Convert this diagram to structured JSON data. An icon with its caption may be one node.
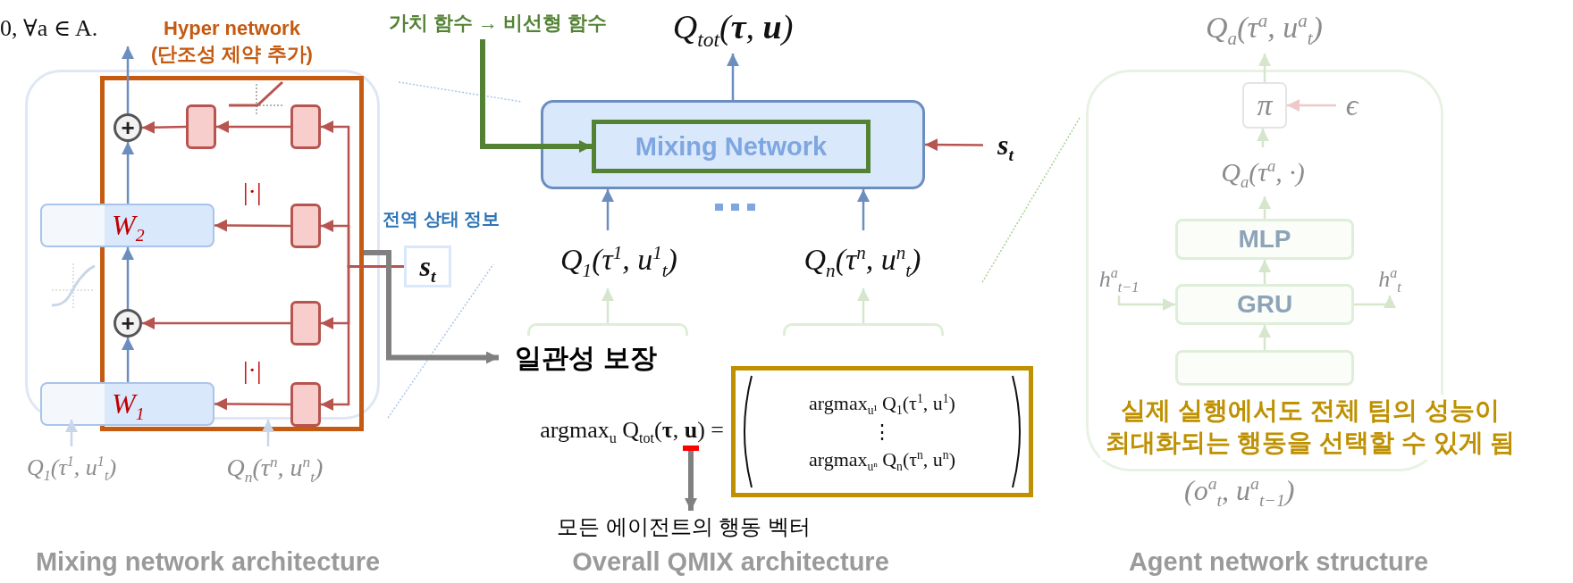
{
  "diagram": {
    "nodes": [
      {
        "text": [],
        "shape": "box"
      },
      {
        "text": [
          "Hyper network (단조성 제약 추가)"
        ],
        "in": 0
      },
      {
        "text": [
          "+"
        ],
        "in": 1
      },
      {
        "text": [],
        "shape": "box",
        "in": 1
      },
      {
        "text": [],
        "shape": "box",
        "in": 1
      },
      {
        "text": [],
        "shape": "box",
        "in": 1
      },
      {
        "text": [
          "+"
        ],
        "in": 1
      },
      {
        "text": [],
        "shape": "box",
        "in": 1
      },
      {
        "text": [],
        "shape": "box",
        "in": 1
      },
      {
        "text": [
          "W$_{2}$"
        ],
        "in": 0
      },
      {
        "text": [
          "W$_{1}$"
        ],
        "in": 0
      },
      {
        "text": [
          "s$_{t}$"
        ],
        "beside": [
          "전역 상태 정보"
        ]
      },
      {
        "text": [
          "Q$_{1}$(τ$^{1}$, u$^{1}$$_{t}$)"
        ]
      },
      {
        "text": [
          "Q$_{n}$(τ$^{n}$, u$^{n}$$_{t}$)"
        ]
      },
      {
        "text": [
          "가치 함수 → 비선형 함수"
        ]
      },
      {
        "text": [
          "Q$_{tot}$(**τ**, **u**)"
        ]
      },
      {
        "text": [],
        "shape": "box"
      },
      {
        "text": [
          "Mixing Network"
        ],
        "in": 16
      },
      {
        "text": [
          "s$_{t}$"
        ]
      },
      {
        "text": [
          "Q$_{1}$(τ$^{1}$, u$^{1}$$_{t}$)"
        ]
      },
      {
        "text": [
          "Q$_{n}$(τ$^{n}$, u$^{n}$$_{t}$)"
        ]
      },
      {
        "text": [],
        "shape": "box"
      },
      {
        "text": [],
        "shape": "box"
      },
      {
        "text": [
          "일관성 보장"
        ]
      },
      {
        "text": [],
        "shape": "bar"
      },
      {
        "text": [
          "argmax$_{u¹}$ Q$_{1}$(τ$^{1}$, u$^{1}$)",
          "⋮",
          "argmax$_{uⁿ}$ Q$_{n}$(τ$^{n}$, u$^{n}$)"
        ]
      },
      {
        "text": [
          "모든 에이전트의 행동 벡터"
        ]
      },
      {
        "text": [
          "Q$_{a}$(τ$^{a}$, u$^{a}$$_{t}$)"
        ]
      },
      {
        "text": [],
        "shape": "box"
      },
      {
        "text": [
          "π"
        ],
        "in": 28
      },
      {
        "text": [
          "ϵ"
        ],
        "in": 28
      },
      {
        "text": [
          "Q$_{a}$(τ$^{a}$, ·)"
        ],
        "in": 28
      },
      {
        "text": [
          "MLP"
        ],
        "in": 28
      },
      {
        "text": [
          "h$^{a}$$_{t−1}$"
        ],
        "in": 28
      },
      {
        "text": [
          "GRU"
        ],
        "in": 28
      },
      {
        "text": [
          "h$^{a}$$_{t}$"
        ],
        "in": 28
      },
      {
        "text": [],
        "shape": "box",
        "in": 28
      }
    ],
    "edges": [
      {
        "from": 10,
        "to": 6,
        "arrow": "to",
        "color": "#6c8ebf"
      },
      {
        "from": 6,
        "to": 9,
        "arrow": "to",
        "color": "#6c8ebf"
      },
      {
        "from": 9,
        "to": 2,
        "arrow": "to",
        "color": "#6c8ebf"
      },
      {
        "from": 2,
        "to": null,
        "arrow": "to",
        "color": "#6c8ebf"
      },
      {
        "from": 4,
        "to": 3,
        "arrow": "to"
      },
      {
        "from": 3,
        "to": 2,
        "arrow": "to"
      },
      {
        "from": 5,
        "to": 9,
        "arrow": "to"
      },
      {
        "from": 7,
        "to": 6,
        "arrow": "to"
      },
      {
        "from": 8,
        "to": 10,
        "arrow": "to"
      },
      {
        "from": 11,
        "to": 4,
        "arrow": "to"
      },
      {
        "from": 11,
        "to": 5,
        "arrow": "to"
      },
      {
        "from": 11,
        "to": 7,
        "arrow": "to"
      },
      {
        "from": 11,
        "to": 8,
        "arrow": "to"
      },
      {
        "from": 12,
        "to": 0,
        "arrow": "to",
        "color": "#c9d6ea"
      },
      {
        "from": 13,
        "to": 0,
        "arrow": "to",
        "color": "#c9d6ea"
      },
      {
        "from": 14,
        "to": 17,
        "arrow": "to",
        "style": "thick",
        "color": "#548235"
      },
      {
        "from": 16,
        "to": 15,
        "arrow": "to",
        "color": "#6c8ebf"
      },
      {
        "from": 18,
        "to": 16,
        "arrow": "to"
      },
      {
        "from": 19,
        "to": 16,
        "arrow": "to",
        "color": "#6c8ebf"
      },
      {
        "from": 20,
        "to": 16,
        "arrow": "to",
        "color": "#6c8ebf"
      },
      {
        "from": 21,
        "to": 19,
        "arrow": "to",
        "color": "#d5e6cc"
      },
      {
        "from": 22,
        "to": 20,
        "arrow": "to",
        "color": "#d5e6cc"
      },
      {
        "from": 1,
        "to": 23,
        "arrow": "to",
        "style": "thick",
        "color": "#808080"
      },
      {
        "from": 24,
        "to": 26,
        "arrow": "to",
        "style": "thick",
        "color": "#808080"
      },
      {
        "from": 29,
        "to": 27,
        "arrow": "to",
        "color": "#d5e6cc"
      },
      {
        "from": 30,
        "to": 29,
        "arrow": "to",
        "color": "#efc9c9"
      },
      {
        "from": 31,
        "to": 29,
        "arrow": "to",
        "color": "#d5e6cc"
      },
      {
        "from": 32,
        "to": 31,
        "arrow": "to",
        "color": "#d5e6cc"
      },
      {
        "from": 34,
        "to": 32,
        "arrow": "to",
        "color": "#d5e6cc"
      },
      {
        "from": 33,
        "to": 34,
        "arrow": "to",
        "color": "#d5e6cc"
      },
      {
        "from": 34,
        "to": 35,
        "arrow": "to",
        "color": "#d5e6cc"
      },
      {
        "from": 36,
        "to": 34,
        "arrow": "to",
        "color": "#d5e6cc"
      }
    ],
    "labels": [
      "0, ∀a ∈ A.",
      "|·|",
      "|·|",
      "argmax$_{u}$ Q$_{tot}$(**τ**, **u**) =",
      "실제 실행에서도 전체 팀의 성능이 최대화되는 행동을 선택할 수 있게 됨",
      "(o$^{a}$$_{t}$, u$^{a}$$_{t−1}$)",
      "Mixing network architecture",
      "Overall QMIX architecture",
      "Agent network structure"
    ]
  }
}
